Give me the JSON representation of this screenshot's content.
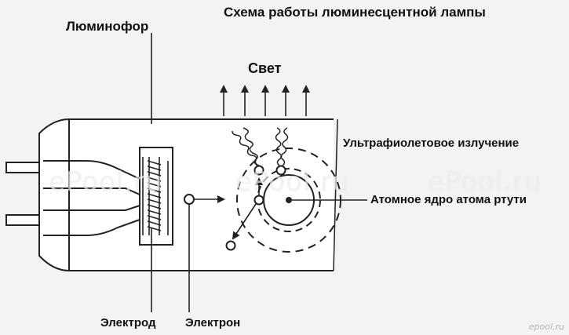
{
  "diagram": {
    "title": "Схема работы люминесцентной лампы",
    "labels": {
      "phosphor": "Люминофор",
      "light": "Свет",
      "uv": "Ультрафиолетовое излучение",
      "nucleus": "Атомное ядро атома ртути",
      "electrode": "Электрод",
      "electron": "Электрон"
    }
  },
  "watermarks": [
    "ePool.ru",
    "ePool.ru",
    "ePool.ru"
  ],
  "logo": "epool.ru",
  "colors": {
    "background": "#f2f3f4",
    "lamp_fill": "#ffffff",
    "stroke": "#222222",
    "text": "#111111"
  }
}
